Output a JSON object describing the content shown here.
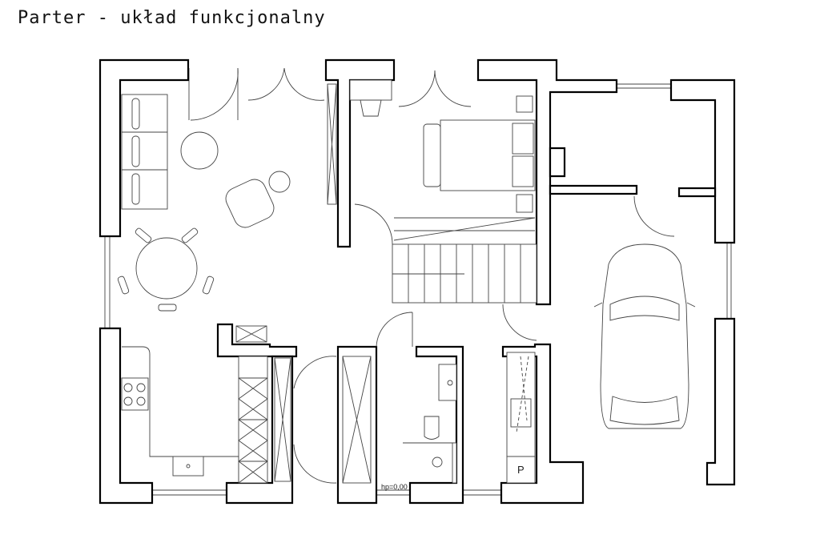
{
  "title": "Parter - układ funkcjonalny",
  "labels": {
    "floor_level": "hp=0,00",
    "pantry_mark": "P"
  },
  "colors": {
    "wall": "#000000",
    "furniture": "#444444",
    "background": "#ffffff"
  }
}
